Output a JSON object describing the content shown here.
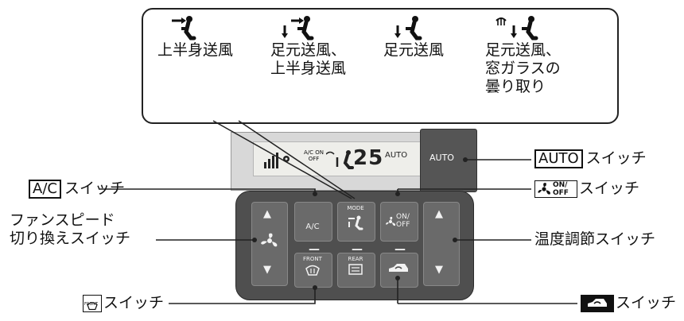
{
  "callout": {
    "modes": [
      {
        "label": "上半身送風",
        "icon": "face-vent-icon"
      },
      {
        "label": "足元送風、\n上半身送風",
        "icon": "bilevel-vent-icon"
      },
      {
        "label": "足元送風",
        "icon": "foot-vent-icon"
      },
      {
        "label": "足元送風、\n窓ガラスの\n曇り取り",
        "icon": "foot-defrost-vent-icon"
      }
    ]
  },
  "display": {
    "temperature": "25",
    "auto_indicator": "AUTO",
    "ac_on": "A/C ON",
    "ac_off": "OFF"
  },
  "panel": {
    "auto": "AUTO",
    "ac": "A/C",
    "mode": "MODE",
    "onoff_on": "ON/",
    "onoff_off": "OFF",
    "front": "FRONT",
    "rear": "REAR",
    "dash": "—",
    "up": "▲",
    "down": "▼"
  },
  "labels": {
    "auto_key": "AUTO",
    "auto_suffix": "スイッチ",
    "ac_key": "A/C",
    "ac_suffix": "スイッチ",
    "onoff_suffix": "スイッチ",
    "onoff_on": "ON/",
    "onoff_off": "OFF",
    "fan_line1": "ファンスピード",
    "fan_line2": "切り換えスイッチ",
    "temp": "温度調節スイッチ",
    "front_suffix": "スイッチ",
    "front_key": "FRONT",
    "recirc_suffix": "スイッチ"
  }
}
